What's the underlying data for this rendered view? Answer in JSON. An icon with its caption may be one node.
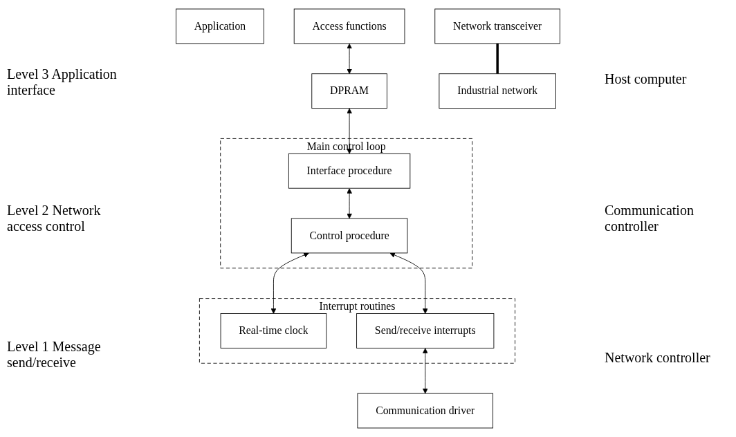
{
  "diagram": {
    "nodes": [
      {
        "text": [
          "Application"
        ]
      },
      {
        "text": [
          "Access functions"
        ]
      },
      {
        "text": [
          "DPRAM"
        ]
      },
      {
        "text": [
          "Main control loop"
        ]
      },
      {
        "text": [
          "Interface procedure"
        ],
        "in": 3
      },
      {
        "text": [
          "Control procedure"
        ],
        "in": 3
      },
      {
        "text": [
          "Interrupt routines"
        ]
      },
      {
        "text": [
          "Real-time clock"
        ],
        "in": 6
      },
      {
        "text": [
          "Send/receive interrupts"
        ],
        "in": 6
      },
      {
        "text": [
          "Communication driver"
        ]
      },
      {
        "text": [
          "Network transceiver"
        ]
      },
      {
        "text": [
          "Industrial network"
        ]
      }
    ],
    "edges": [
      {
        "from": 1,
        "to": 2,
        "arrow": "both"
      },
      {
        "from": 2,
        "to": 4,
        "arrow": "both"
      },
      {
        "from": 4,
        "to": 5,
        "arrow": "both"
      },
      {
        "from": 5,
        "to": 7,
        "arrow": "both"
      },
      {
        "from": 5,
        "to": 8,
        "arrow": "both"
      },
      {
        "from": 8,
        "to": 9,
        "arrow": "both"
      },
      {
        "from": 10,
        "to": 11,
        "arrow": "none",
        "style": "thick"
      }
    ],
    "labels": [
      "Level 3 Application interface",
      "Host computer",
      "Level 2 Network access control",
      "Communication controller",
      "Level 1 Message send/receive",
      "Network controller"
    ]
  }
}
